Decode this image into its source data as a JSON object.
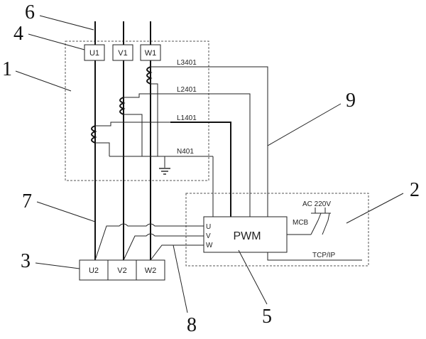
{
  "terminals_top": [
    "U1",
    "V1",
    "W1"
  ],
  "terminals_bottom": [
    "U2",
    "V2",
    "W2"
  ],
  "signal_lines": [
    "L3401",
    "L2401",
    "L1401",
    "N401"
  ],
  "pwm": {
    "label": "PWM",
    "inputs": [
      "U",
      "V",
      "W"
    ]
  },
  "power_label": "AC 220V",
  "breaker_label": "MCB",
  "network_label": "TCP/IP",
  "callouts": [
    "6",
    "4",
    "1",
    "9",
    "2",
    "7",
    "3",
    "5",
    "8"
  ]
}
